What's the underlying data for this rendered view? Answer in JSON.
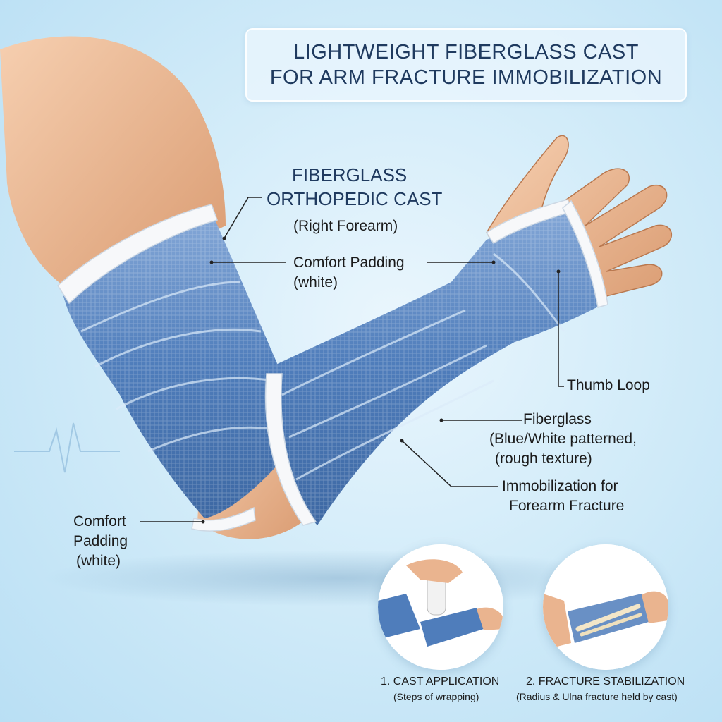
{
  "title": {
    "line1": "LIGHTWEIGHT FIBERGLASS CAST",
    "line2": "FOR ARM FRACTURE IMMOBILIZATION"
  },
  "main_label": {
    "line1": "FIBERGLASS",
    "line2": "ORTHOPEDIC CAST",
    "line3": "(Right Forearm)"
  },
  "callouts": {
    "comfort_padding_top": {
      "line1": "Comfort Padding",
      "line2": "(white)"
    },
    "thumb_loop": "Thumb Loop",
    "fiberglass": {
      "line1": "Fiberglass",
      "line2": "(Blue/White patterned,",
      "line3": "(rough texture)"
    },
    "immobilization": {
      "line1": "Immobilization for",
      "line2": "Forearm Fracture"
    },
    "comfort_padding_left": {
      "line1": "Comfort",
      "line2": "Padding",
      "line3": "(white)"
    }
  },
  "steps": [
    {
      "title": "1. CAST APPLICATION",
      "subtitle": "(Steps of wrapping)"
    },
    {
      "title": "2. FRACTURE STABILIZATION",
      "subtitle": "(Radius & Ulna fracture held by cast)"
    }
  ],
  "colors": {
    "cast_blue": "#4a79b8",
    "cast_light": "#7fa5d6",
    "skin": "#eab48f",
    "padding_white": "#f7f8fa",
    "title_text": "#1f3a5f"
  }
}
